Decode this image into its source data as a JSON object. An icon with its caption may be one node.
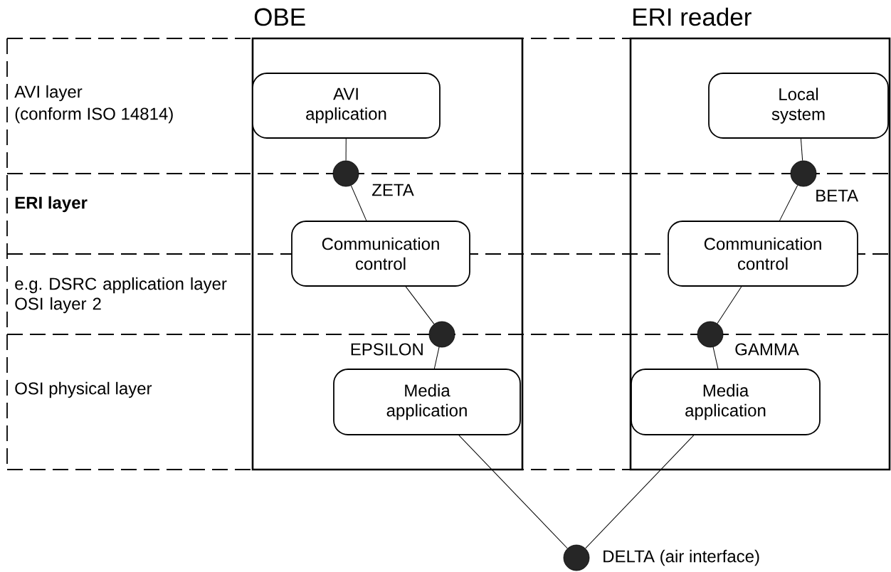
{
  "diagram": {
    "nodes": [
      {
        "text": [
          "OBE"
        ]
      },
      {
        "text": [
          "ERI reader"
        ]
      },
      {
        "text": [
          "AVI application"
        ],
        "in": 0
      },
      {
        "text": [
          "Communication control"
        ],
        "in": 0
      },
      {
        "text": [
          "Media application"
        ],
        "in": 0
      },
      {
        "text": [
          "Local system"
        ],
        "in": 1
      },
      {
        "text": [
          "Communication control"
        ],
        "in": 1
      },
      {
        "text": [
          "Media application"
        ],
        "in": 1
      },
      {
        "text": [],
        "shape": "circle",
        "beside": [
          "ZETA"
        ],
        "in": 0
      },
      {
        "text": [],
        "shape": "circle",
        "beside": [
          "EPSILON"
        ],
        "in": 0
      },
      {
        "text": [],
        "shape": "circle",
        "beside": [
          "BETA"
        ],
        "in": 1
      },
      {
        "text": [],
        "shape": "circle",
        "beside": [
          "GAMMA"
        ],
        "in": 1
      },
      {
        "text": [],
        "shape": "circle",
        "beside": [
          "DELTA (air interface)"
        ]
      }
    ],
    "edges": [
      {
        "from": 2,
        "to": 8,
        "arrow": "none"
      },
      {
        "from": 8,
        "to": 3,
        "arrow": "none"
      },
      {
        "from": 3,
        "to": 9,
        "arrow": "none"
      },
      {
        "from": 9,
        "to": 4,
        "arrow": "none"
      },
      {
        "from": 4,
        "to": 12,
        "arrow": "none"
      },
      {
        "from": 5,
        "to": 10,
        "arrow": "none"
      },
      {
        "from": 10,
        "to": 6,
        "arrow": "none"
      },
      {
        "from": 6,
        "to": 11,
        "arrow": "none"
      },
      {
        "from": 11,
        "to": 7,
        "arrow": "none"
      },
      {
        "from": 7,
        "to": 12,
        "arrow": "none"
      }
    ],
    "labels": [
      "AVI layer",
      "(conform ISO 14814)",
      "ERI layer",
      "e.g. DSRC application layer OSI layer 2",
      "OSI physical layer"
    ]
  }
}
